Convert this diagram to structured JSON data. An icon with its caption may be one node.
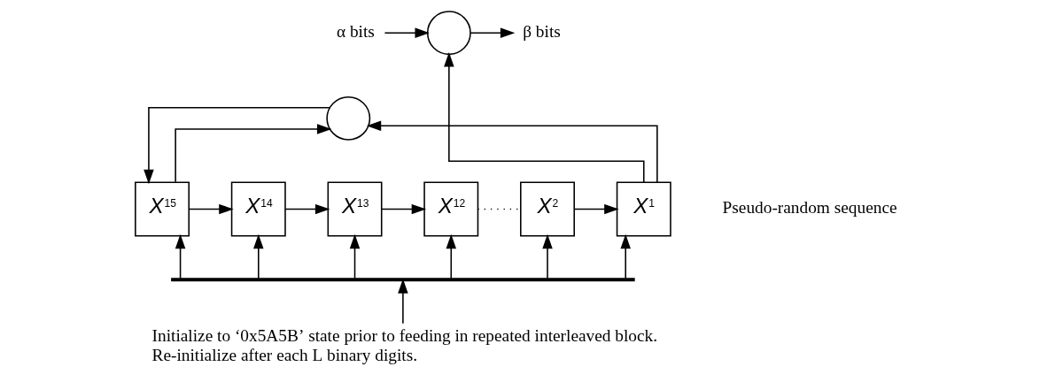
{
  "diagram": {
    "nodes": [
      {
        "text": [],
        "shape": "circle"
      },
      {
        "text": [],
        "shape": "circle"
      },
      {
        "text": [
          "α bits"
        ]
      },
      {
        "text": [
          "β bits"
        ]
      },
      {
        "text": [
          "*X*$^{15}$"
        ]
      },
      {
        "text": [
          "*X*$^{14}$"
        ]
      },
      {
        "text": [
          "*X*$^{13}$"
        ]
      },
      {
        "text": [
          "*X*$^{12}$"
        ]
      },
      {
        "text": [
          "*X*$^{2}$"
        ]
      },
      {
        "text": [
          "*X*$^{1}$"
        ]
      },
      {
        "text": [],
        "shape": "bar"
      },
      {
        "text": [
          "Initialize to ‘0x5A5B’ state prior to feeding in repeated interleaved block. Re-initialize after each L binary digits."
        ]
      }
    ],
    "edges": [
      {
        "from": 0,
        "to": 4,
        "arrow": "to"
      },
      {
        "from": 4,
        "to": 5,
        "arrow": "to"
      },
      {
        "from": 4,
        "to": 0,
        "arrow": "to"
      },
      {
        "from": 5,
        "to": 6,
        "arrow": "to"
      },
      {
        "from": 6,
        "to": 7,
        "arrow": "to"
      },
      {
        "from": 7,
        "to": 8,
        "arrow": "none",
        "style": "dashed"
      },
      {
        "from": 8,
        "to": 9,
        "arrow": "to"
      },
      {
        "from": 9,
        "to": 0,
        "arrow": "to"
      },
      {
        "from": 9,
        "to": 1,
        "arrow": "to"
      },
      {
        "from": 2,
        "to": 1,
        "arrow": "to"
      },
      {
        "from": 1,
        "to": 3,
        "arrow": "to"
      },
      {
        "from": 10,
        "to": 4,
        "arrow": "to"
      },
      {
        "from": 10,
        "to": 5,
        "arrow": "to"
      },
      {
        "from": 10,
        "to": 6,
        "arrow": "to"
      },
      {
        "from": 10,
        "to": 7,
        "arrow": "to"
      },
      {
        "from": 10,
        "to": 8,
        "arrow": "to"
      },
      {
        "from": 10,
        "to": 9,
        "arrow": "to"
      },
      {
        "from": 11,
        "to": 10,
        "arrow": "to"
      }
    ],
    "labels": [
      "Pseudo-random sequence"
    ]
  }
}
